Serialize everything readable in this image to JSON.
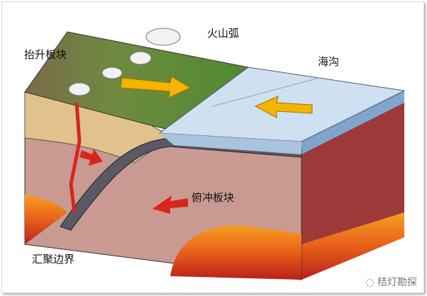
{
  "labels": {
    "volcanic_arc": "火山弧",
    "uplifted_plate": "抬升板块",
    "trench": "海沟",
    "subducting_plate": "俯冲板块",
    "boundary_type": "汇聚边界"
  },
  "watermark": "桔灯勘探",
  "colors": {
    "land": "#5f8a36",
    "sea": "#cfe0f0",
    "mantle": "#c99a92",
    "uplifted_crust": "#e2c28c",
    "magma": "#f07a1e",
    "arrow_yellow": "#f4b400",
    "arrow_red": "#d8261a"
  }
}
